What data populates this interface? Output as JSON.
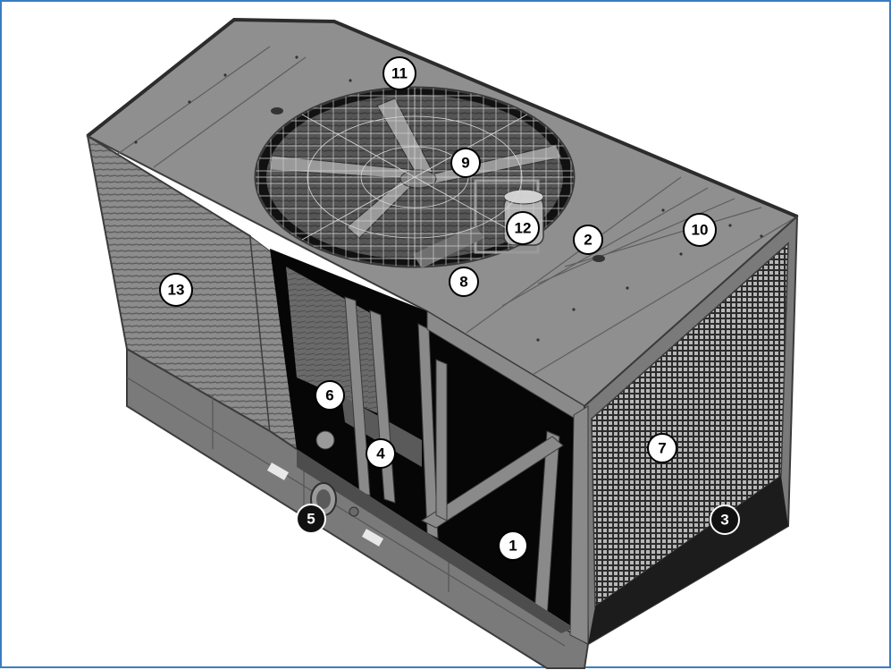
{
  "figure": {
    "description_free": true,
    "callouts": [
      {
        "id": "c1",
        "label": "1",
        "style": "light"
      },
      {
        "id": "c2",
        "label": "2",
        "style": "light"
      },
      {
        "id": "c3",
        "label": "3",
        "style": "dark"
      },
      {
        "id": "c4",
        "label": "4",
        "style": "light"
      },
      {
        "id": "c5",
        "label": "5",
        "style": "dark"
      },
      {
        "id": "c6",
        "label": "6",
        "style": "light"
      },
      {
        "id": "c7",
        "label": "7",
        "style": "light"
      },
      {
        "id": "c8",
        "label": "8",
        "style": "light"
      },
      {
        "id": "c9",
        "label": "9",
        "style": "light"
      },
      {
        "id": "c10",
        "label": "10",
        "style": "light"
      },
      {
        "id": "c11",
        "label": "11",
        "style": "light"
      },
      {
        "id": "c12",
        "label": "12",
        "style": "light"
      },
      {
        "id": "c13",
        "label": "13",
        "style": "light"
      }
    ],
    "colors": {
      "frame_border": "#3a7dc2",
      "panel_light": "#8e8e8e",
      "panel_mid": "#6e6e6e",
      "panel_dark": "#4a4a4a",
      "interior": "#050505",
      "callout_light_fill": "#ffffff",
      "callout_dark_fill": "#111111"
    }
  }
}
